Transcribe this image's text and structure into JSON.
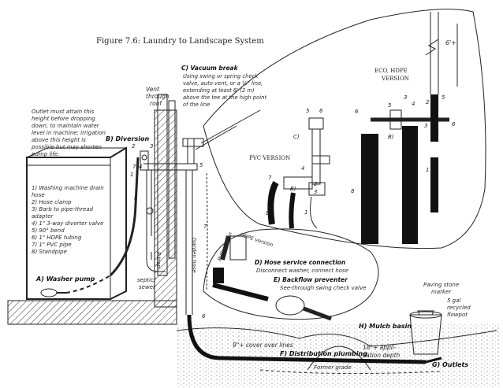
{
  "figure": {
    "title": "Figure 7.6: Laundry to Landscape System"
  },
  "labels": {
    "vent": [
      "Vent",
      "through",
      "roof"
    ],
    "outlet_note": [
      "Outlet must attain this",
      "height before dropping",
      "down, to maintain water",
      "level in machine; irrigation",
      "above this height is",
      "possible but may shorten",
      "pump life."
    ],
    "diversion": "B) Diversion",
    "vacuum_break_title": "C) Vacuum break",
    "vacuum_break_desc": [
      "Using swing or spring check",
      "valve, auto vent, or a ½\" line,",
      "extending at least 6' (2 m)",
      "above the tee at the high point",
      "of the line"
    ],
    "eco_hdpe": [
      "ECO, HDPE",
      "VERSION"
    ],
    "pvc_version": "PVC VERSION",
    "height_6ft": "6'+",
    "legend": [
      "1) Washing machine drain",
      "hose",
      "2) Hose clamp",
      "3) Barb to pipe-thread",
      "adapter",
      "4) 1\" 3-way diverter valve",
      "5) 90° bend",
      "6) 1\" HDPE tubing",
      "7) 1\" PVC pipe",
      "8) Standpipe"
    ],
    "washer_pump": "A) Washer pump",
    "p_trap": "P-trap",
    "septic_sewer": [
      "septic/",
      "sewer"
    ],
    "garden_hose": "Garden hose",
    "pvc_version_small": "PVC version",
    "hdpe_version_small": "HDPE version",
    "hose_service_title": "D) Hose service connection",
    "hose_service_desc": "Disconnect washer, connect hose",
    "backflow_title": "E) Backflow preventer",
    "backflow_desc": "See-through swing check valve",
    "paving_stone": [
      "Paving stone",
      "marker"
    ],
    "flowpot": [
      "5 gal",
      "recycled",
      "flowpot"
    ],
    "mulch_basin": "H) Mulch basin",
    "cover_lines": "9\"+ cover over lines",
    "distribution": "F) Distribution plumbing",
    "application_depth": [
      "18\"+ appli-",
      "cation depth"
    ],
    "former_grade": "Former grade",
    "outlets": "G) Outlets"
  },
  "part_numbers": {
    "n1": "1",
    "n2": "2",
    "n3": "3",
    "n4": "4",
    "n5": "5",
    "n6": "6",
    "n7": "7",
    "n8": "8",
    "b": "B)",
    "c": "C)"
  }
}
